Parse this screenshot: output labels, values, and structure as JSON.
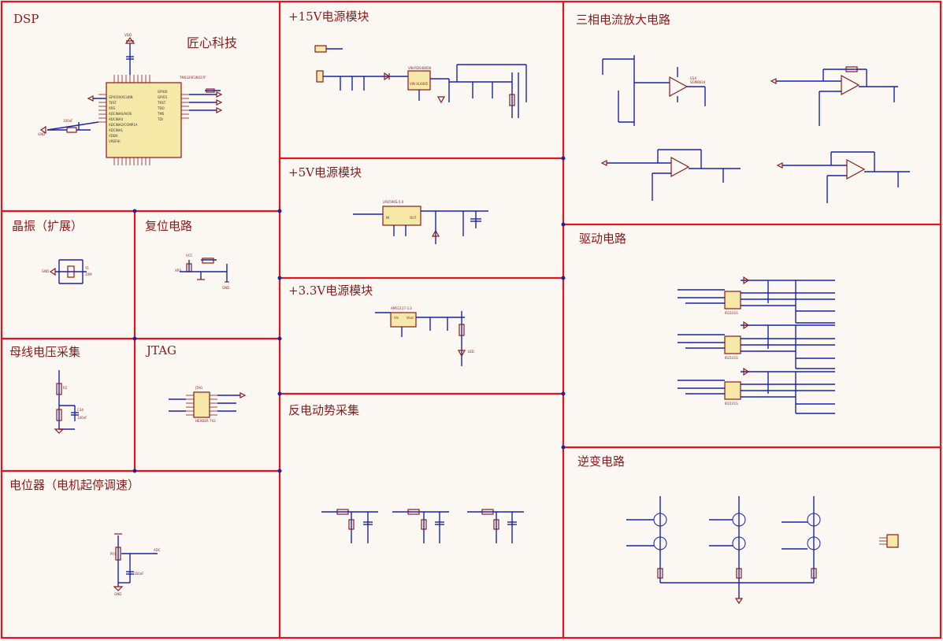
{
  "sections": {
    "dsp": "DSP",
    "brand": "匠心科技",
    "crystal": "晶振（扩展）",
    "reset": "复位电路",
    "bus_voltage": "母线电压采集",
    "jtag": "JTAG",
    "potentiometer": "电位器（电机起停调速）",
    "ps15": "+15V电源模块",
    "ps5": "+5V电源模块",
    "ps33": "+3.3V电源模块",
    "bemf": "反电动势采集",
    "current_amp": "三相电流放大电路",
    "driver": "驱动电路",
    "inverter": "逆变电路"
  },
  "colors": {
    "border": "#e2141c",
    "title": "#8b1a1a",
    "wire": "#1a23a8",
    "component": "#8b1a1a",
    "ic_fill": "#f6e9a8",
    "background": "#fbf8f4"
  }
}
